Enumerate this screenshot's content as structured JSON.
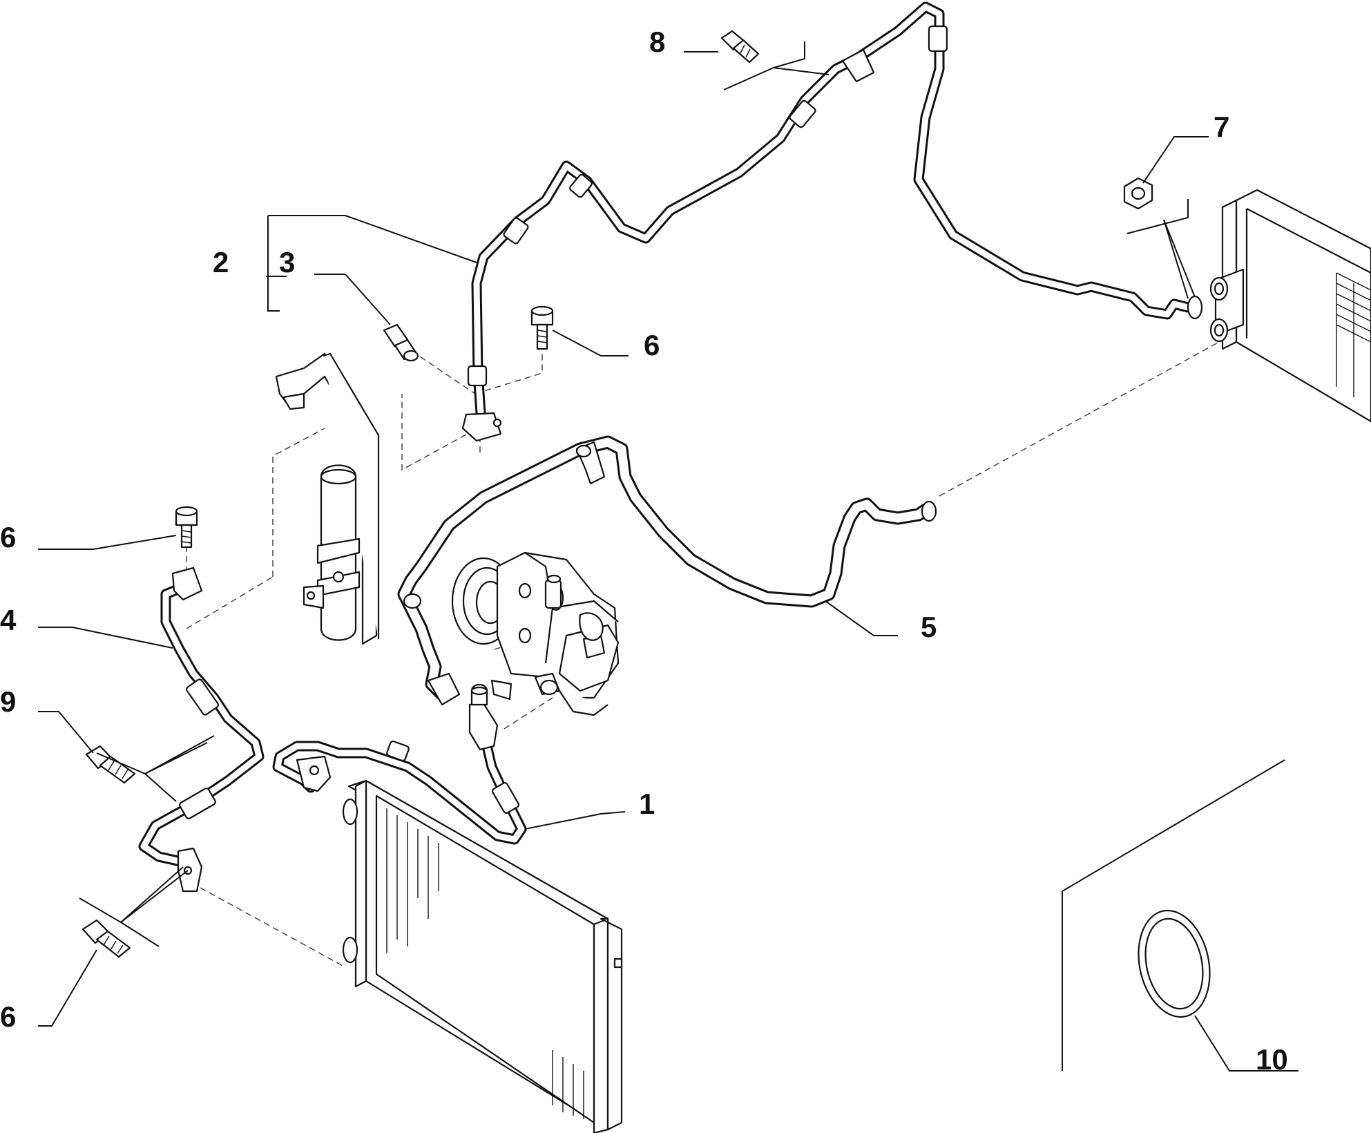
{
  "callouts": [
    {
      "id": "c1",
      "label": "1"
    },
    {
      "id": "c2",
      "label": "2"
    },
    {
      "id": "c3",
      "label": "3"
    },
    {
      "id": "c4",
      "label": "4"
    },
    {
      "id": "c5",
      "label": "5"
    },
    {
      "id": "c6a",
      "label": "6"
    },
    {
      "id": "c6b",
      "label": "6"
    },
    {
      "id": "c6c",
      "label": "6"
    },
    {
      "id": "c7",
      "label": "7"
    },
    {
      "id": "c8",
      "label": "8"
    },
    {
      "id": "c9",
      "label": "9"
    },
    {
      "id": "c10",
      "label": "10"
    }
  ]
}
